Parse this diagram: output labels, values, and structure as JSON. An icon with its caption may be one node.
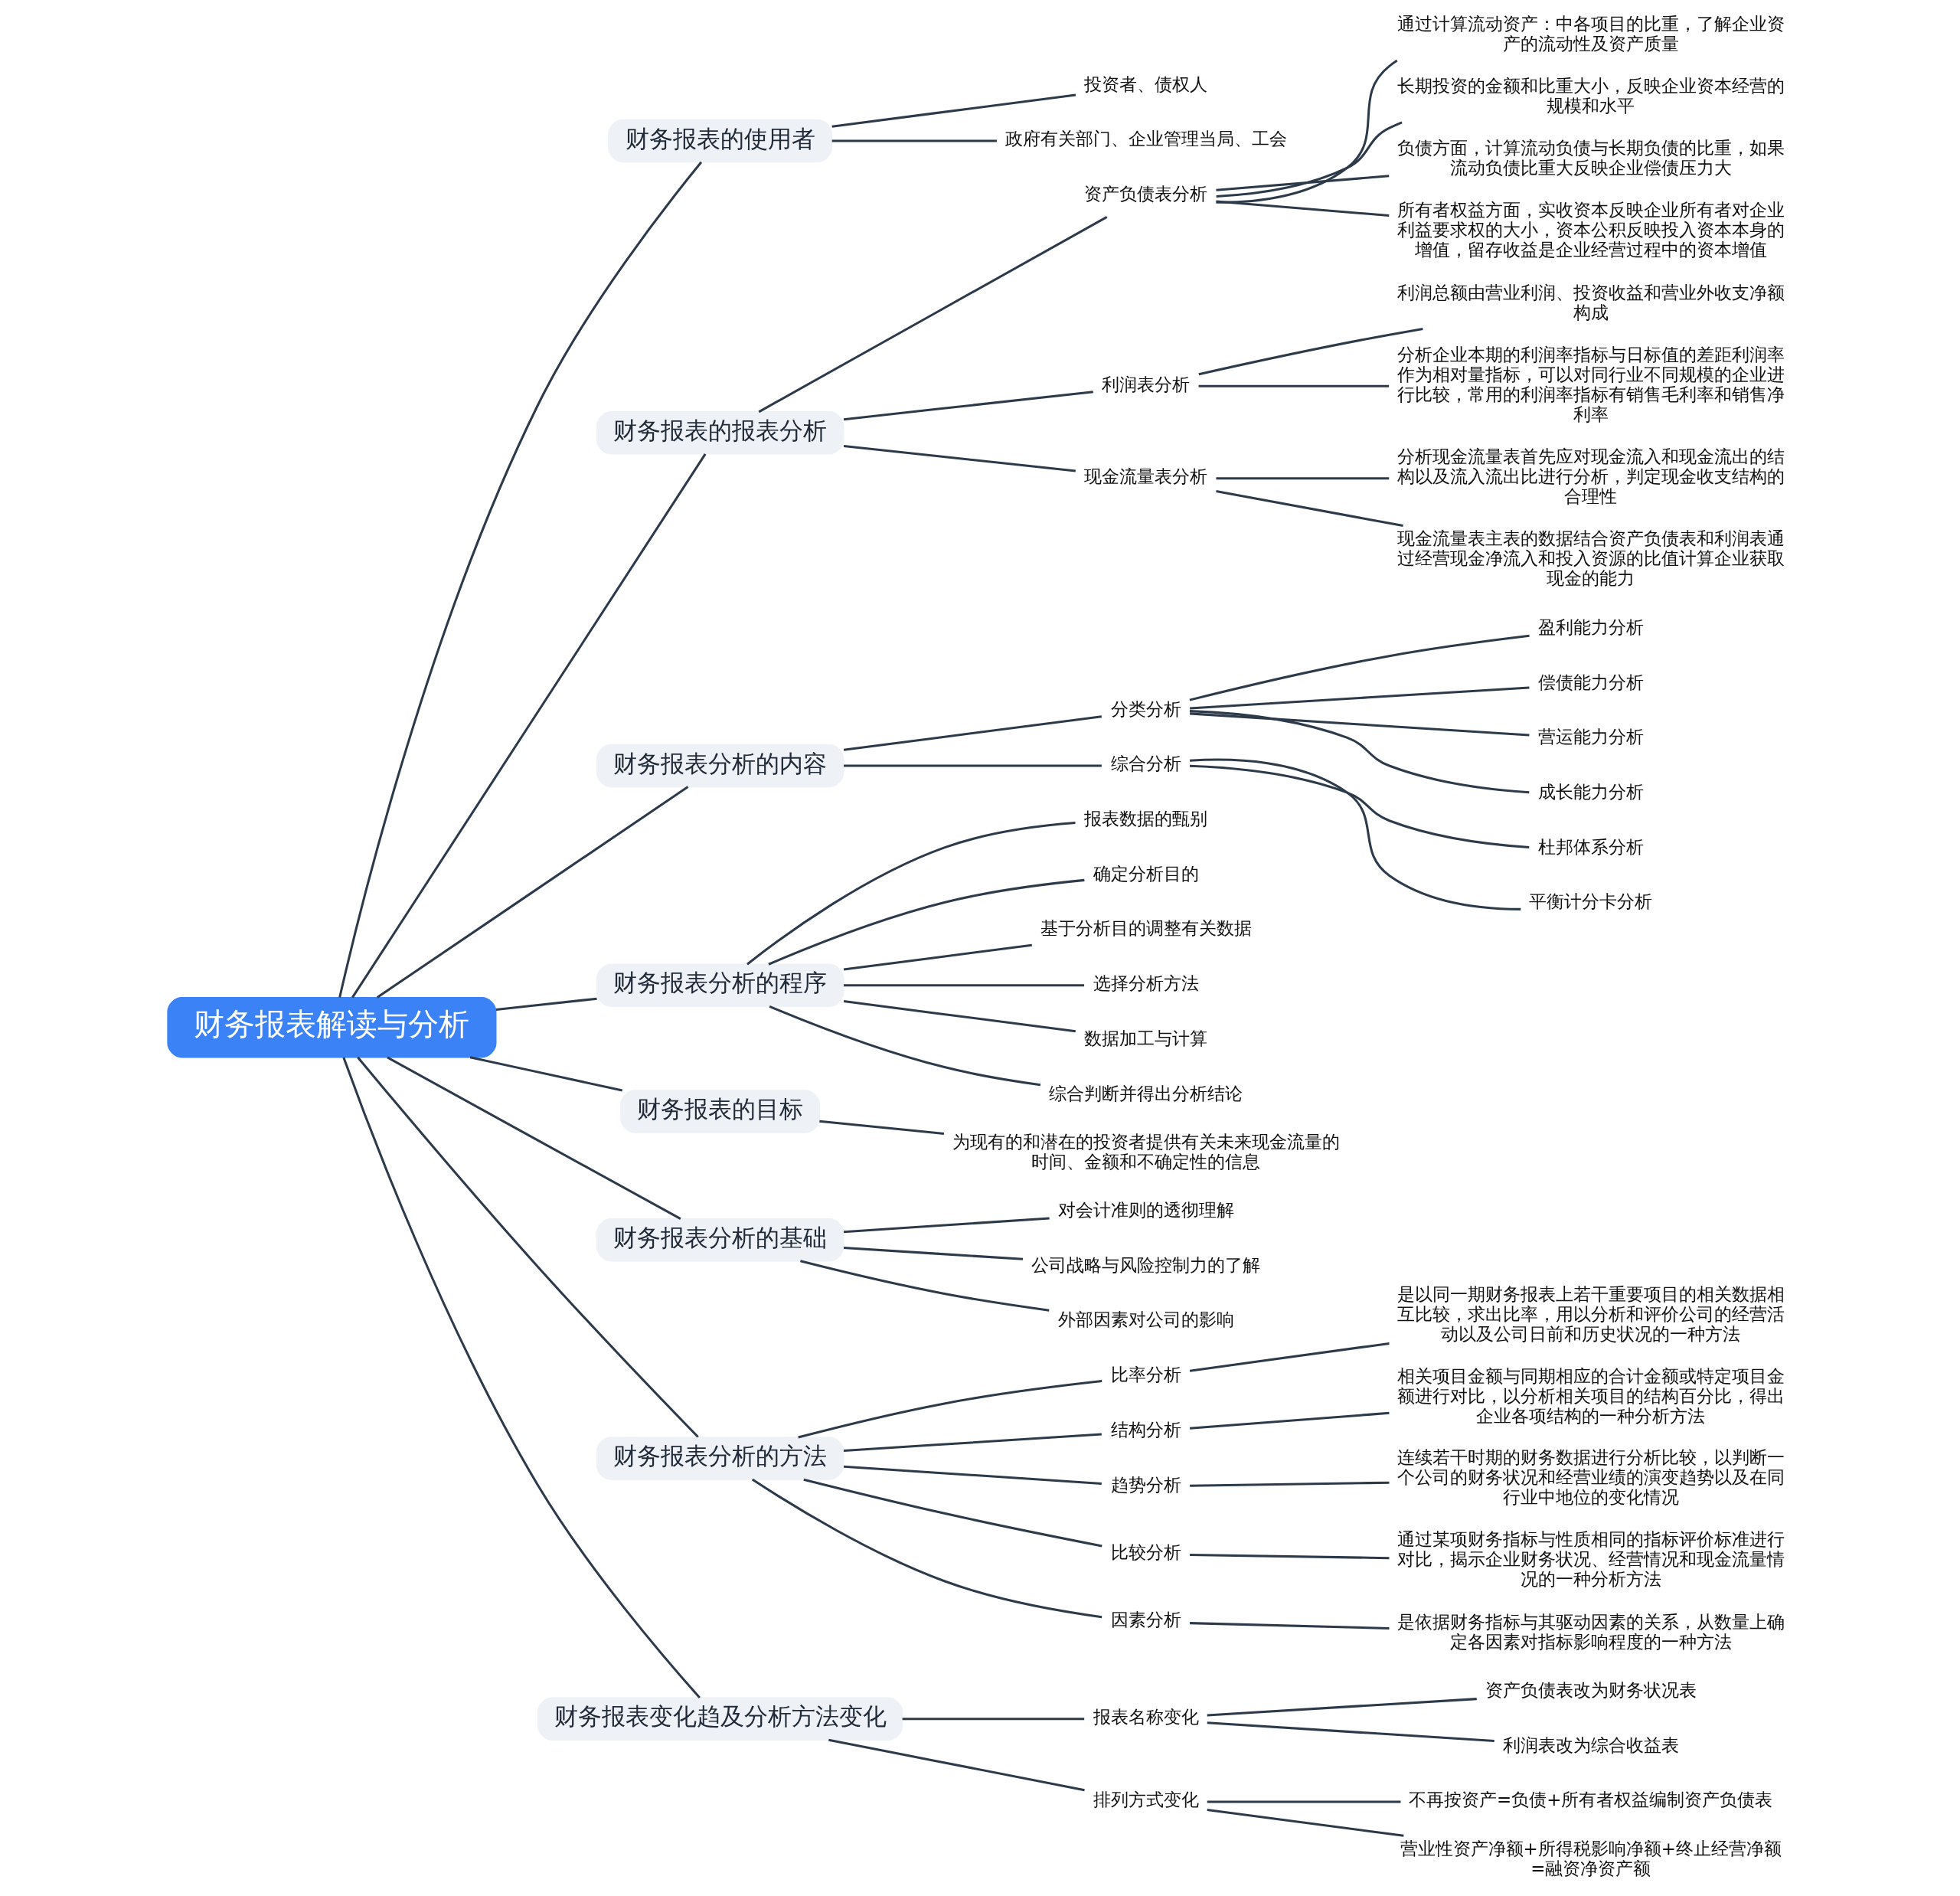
{
  "diagram": {
    "nodes": [
      {
        "text": [
          "财务报表解读与分析"
        ]
      },
      {
        "text": [
          "财务报表的使用者"
        ]
      },
      {
        "text": [
          "投资者、债权人"
        ]
      },
      {
        "text": [
          "政府有关部门、企业管理当局、工会"
        ]
      },
      {
        "text": [
          "财务报表的报表分析"
        ]
      },
      {
        "text": [
          "资产负债表分析"
        ]
      },
      {
        "text": [
          "通过计算流动资产：中各项目的比重，了解企业资产的流动性及资产质量"
        ]
      },
      {
        "text": [
          "长期投资的金额和比重大小，反映企业资本经营的规模和水平"
        ]
      },
      {
        "text": [
          "负债方面，计算流动负债与长期负债的比重，如果流动负债比重大反映企业偿债压力大"
        ]
      },
      {
        "text": [
          "所有者权益方面，实收资本反映企业所有者对企业利益要求权的大小，资本公积反映投入资本本身的增值，留存收益是企业经营过程中的资本增值"
        ]
      },
      {
        "text": [
          "利润表分析"
        ]
      },
      {
        "text": [
          "利润总额由营业利润、投资收益和营业外收支净额构成"
        ]
      },
      {
        "text": [
          "分析企业本期的利润率指标与日标值的差距利润率作为相对量指标，可以对同行业不同规模的企业进行比较，常用的利润率指标有销售毛利率和销售净利率"
        ]
      },
      {
        "text": [
          "现金流量表分析"
        ]
      },
      {
        "text": [
          "分析现金流量表首先应对现金流入和现金流出的结构以及流入流出比进行分析，判定现金收支结构的合理性"
        ]
      },
      {
        "text": [
          "现金流量表主表的数据结合资产负债表和利润表通过经营现金净流入和投入资源的比值计算企业获取现金的能力"
        ]
      },
      {
        "text": [
          "财务报表分析的内容"
        ]
      },
      {
        "text": [
          "分类分析"
        ]
      },
      {
        "text": [
          "盈利能力分析"
        ]
      },
      {
        "text": [
          "偿债能力分析"
        ]
      },
      {
        "text": [
          "营运能力分析"
        ]
      },
      {
        "text": [
          "成长能力分析"
        ]
      },
      {
        "text": [
          "综合分析"
        ]
      },
      {
        "text": [
          "杜邦体系分析"
        ]
      },
      {
        "text": [
          "平衡计分卡分析"
        ]
      },
      {
        "text": [
          "财务报表分析的程序"
        ]
      },
      {
        "text": [
          "报表数据的甄别"
        ]
      },
      {
        "text": [
          "确定分析目的"
        ]
      },
      {
        "text": [
          "基于分析目的调整有关数据"
        ]
      },
      {
        "text": [
          "选择分析方法"
        ]
      },
      {
        "text": [
          "数据加工与计算"
        ]
      },
      {
        "text": [
          "综合判断并得出分析结论"
        ]
      },
      {
        "text": [
          "财务报表的目标"
        ]
      },
      {
        "text": [
          "为现有的和潜在的投资者提供有关未来现金流量的时间、金额和不确定性的信息"
        ]
      },
      {
        "text": [
          "财务报表分析的基础"
        ]
      },
      {
        "text": [
          "对会计准则的透彻理解"
        ]
      },
      {
        "text": [
          "公司战略与风险控制力的了解"
        ]
      },
      {
        "text": [
          "外部因素对公司的影响"
        ]
      },
      {
        "text": [
          "财务报表分析的方法"
        ]
      },
      {
        "text": [
          "比率分析"
        ]
      },
      {
        "text": [
          "是以同一期财务报表上若干重要项目的相关数据相互比较，求出比率，用以分析和评价公司的经营活动以及公司日前和历史状况的一种方法"
        ]
      },
      {
        "text": [
          "结构分析"
        ]
      },
      {
        "text": [
          "相关项目金额与同期相应的合计金额或特定项目金额进行对比，以分析相关项目的结构百分比，得出企业各项结构的一种分析方法"
        ]
      },
      {
        "text": [
          "趋势分析"
        ]
      },
      {
        "text": [
          "连续若干时期的财务数据进行分析比较，以判断一个公司的财务状况和经营业绩的演变趋势以及在同行业中地位的变化情况"
        ]
      },
      {
        "text": [
          "比较分析"
        ]
      },
      {
        "text": [
          "通过某项财务指标与性质相同的指标评价标准进行对比，揭示企业财务状况、经营情况和现金流量情况的一种分析方法"
        ]
      },
      {
        "text": [
          "因素分析"
        ]
      },
      {
        "text": [
          "是依据财务指标与其驱动因素的关系，从数量上确定各因素对指标影响程度的一种方法"
        ]
      },
      {
        "text": [
          "财务报表变化趋及分析方法变化"
        ]
      },
      {
        "text": [
          "报表名称变化"
        ]
      },
      {
        "text": [
          "资产负债表改为财务状况表"
        ]
      },
      {
        "text": [
          "利润表改为综合收益表"
        ]
      },
      {
        "text": [
          "排列方式变化"
        ]
      },
      {
        "text": [
          "不再按资产=负债+所有者权益编制资产负债表"
        ]
      },
      {
        "text": [
          "营业性资产净额+所得税影响净额+终止经营净额=融资净资产额"
        ]
      }
    ],
    "edges": [
      {
        "from": 0,
        "to": 1,
        "arrow": "none"
      },
      {
        "from": 1,
        "to": 2,
        "arrow": "none"
      },
      {
        "from": 1,
        "to": 3,
        "arrow": "none"
      },
      {
        "from": 0,
        "to": 4,
        "arrow": "none"
      },
      {
        "from": 4,
        "to": 5,
        "arrow": "none"
      },
      {
        "from": 5,
        "to": 6,
        "arrow": "none"
      },
      {
        "from": 5,
        "to": 7,
        "arrow": "none"
      },
      {
        "from": 5,
        "to": 8,
        "arrow": "none"
      },
      {
        "from": 5,
        "to": 9,
        "arrow": "none"
      },
      {
        "from": 4,
        "to": 10,
        "arrow": "none"
      },
      {
        "from": 10,
        "to": 11,
        "arrow": "none"
      },
      {
        "from": 10,
        "to": 12,
        "arrow": "none"
      },
      {
        "from": 4,
        "to": 13,
        "arrow": "none"
      },
      {
        "from": 13,
        "to": 14,
        "arrow": "none"
      },
      {
        "from": 13,
        "to": 15,
        "arrow": "none"
      },
      {
        "from": 0,
        "to": 16,
        "arrow": "none"
      },
      {
        "from": 16,
        "to": 17,
        "arrow": "none"
      },
      {
        "from": 17,
        "to": 18,
        "arrow": "none"
      },
      {
        "from": 17,
        "to": 19,
        "arrow": "none"
      },
      {
        "from": 17,
        "to": 20,
        "arrow": "none"
      },
      {
        "from": 17,
        "to": 21,
        "arrow": "none"
      },
      {
        "from": 16,
        "to": 22,
        "arrow": "none"
      },
      {
        "from": 22,
        "to": 23,
        "arrow": "none"
      },
      {
        "from": 22,
        "to": 24,
        "arrow": "none"
      },
      {
        "from": 0,
        "to": 25,
        "arrow": "none"
      },
      {
        "from": 25,
        "to": 26,
        "arrow": "none"
      },
      {
        "from": 25,
        "to": 27,
        "arrow": "none"
      },
      {
        "from": 25,
        "to": 28,
        "arrow": "none"
      },
      {
        "from": 25,
        "to": 29,
        "arrow": "none"
      },
      {
        "from": 25,
        "to": 30,
        "arrow": "none"
      },
      {
        "from": 25,
        "to": 31,
        "arrow": "none"
      },
      {
        "from": 0,
        "to": 32,
        "arrow": "none"
      },
      {
        "from": 32,
        "to": 33,
        "arrow": "none"
      },
      {
        "from": 0,
        "to": 34,
        "arrow": "none"
      },
      {
        "from": 34,
        "to": 35,
        "arrow": "none"
      },
      {
        "from": 34,
        "to": 36,
        "arrow": "none"
      },
      {
        "from": 34,
        "to": 37,
        "arrow": "none"
      },
      {
        "from": 0,
        "to": 38,
        "arrow": "none"
      },
      {
        "from": 38,
        "to": 39,
        "arrow": "none"
      },
      {
        "from": 39,
        "to": 40,
        "arrow": "none"
      },
      {
        "from": 38,
        "to": 41,
        "arrow": "none"
      },
      {
        "from": 41,
        "to": 42,
        "arrow": "none"
      },
      {
        "from": 38,
        "to": 43,
        "arrow": "none"
      },
      {
        "from": 43,
        "to": 44,
        "arrow": "none"
      },
      {
        "from": 38,
        "to": 45,
        "arrow": "none"
      },
      {
        "from": 45,
        "to": 46,
        "arrow": "none"
      },
      {
        "from": 38,
        "to": 47,
        "arrow": "none"
      },
      {
        "from": 47,
        "to": 48,
        "arrow": "none"
      },
      {
        "from": 0,
        "to": 49,
        "arrow": "none"
      },
      {
        "from": 49,
        "to": 50,
        "arrow": "none"
      },
      {
        "from": 50,
        "to": 51,
        "arrow": "none"
      },
      {
        "from": 50,
        "to": 52,
        "arrow": "none"
      },
      {
        "from": 49,
        "to": 53,
        "arrow": "none"
      },
      {
        "from": 53,
        "to": 54,
        "arrow": "none"
      },
      {
        "from": 53,
        "to": 55,
        "arrow": "none"
      }
    ]
  }
}
